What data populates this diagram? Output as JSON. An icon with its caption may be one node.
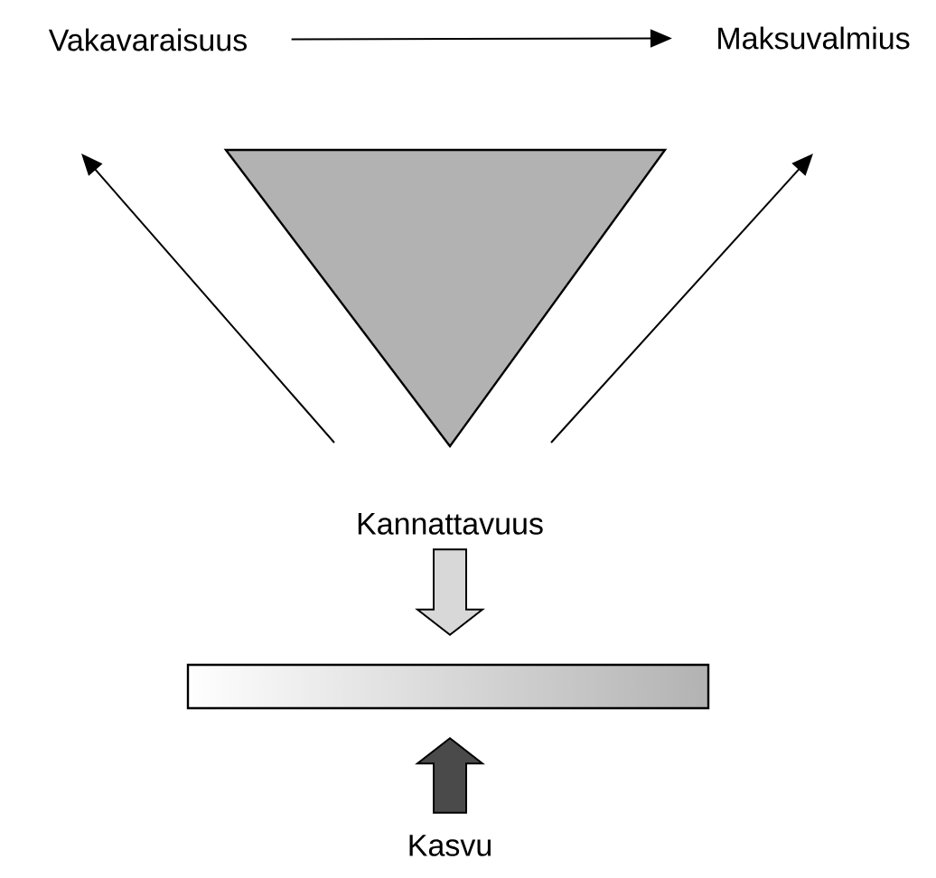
{
  "diagram": {
    "nodes": [
      {
        "text": [
          "Vakavaraisuus"
        ]
      },
      {
        "text": [
          "Maksuvalmius"
        ]
      },
      {
        "text": [],
        "shape": "triangle"
      },
      {
        "text": [
          "Kannattavuus"
        ]
      },
      {
        "text": [],
        "shape": "bar"
      },
      {
        "text": [
          "Kasvu"
        ]
      }
    ],
    "edges": [
      {
        "from": 0,
        "to": 1,
        "arrow": "to"
      },
      {
        "from": 3,
        "to": 0,
        "arrow": "to"
      },
      {
        "from": 3,
        "to": 1,
        "arrow": "to"
      },
      {
        "from": 3,
        "to": 4,
        "arrow": "to",
        "style": "thick",
        "color": "#d8d8d8"
      },
      {
        "from": 5,
        "to": 4,
        "arrow": "to",
        "style": "thick",
        "color": "#4a4a4a"
      }
    ]
  }
}
